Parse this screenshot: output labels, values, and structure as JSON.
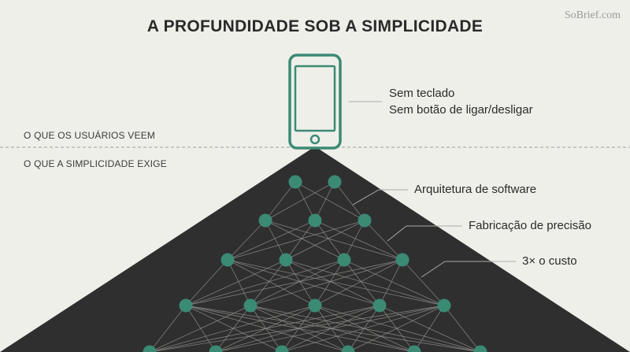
{
  "header": {
    "title": "A PROFUNDIDADE SOB A SIMPLICIDADE",
    "brand": "SoBrief.com"
  },
  "phone": {
    "icon": "smartphone-icon",
    "features": [
      "Sem teclado",
      "Sem botão de ligar/desligar"
    ]
  },
  "sections": {
    "visible": "O QUE OS USUÁRIOS VEEM",
    "hidden": "O QUE A SIMPLICIDADE EXIGE"
  },
  "layers": [
    {
      "label": "Arquitetura de software"
    },
    {
      "label": "Fabricação de precisão"
    },
    {
      "label": "3× o custo"
    }
  ],
  "network": {
    "layer_node_counts": [
      2,
      3,
      4,
      5,
      6
    ]
  },
  "colors": {
    "background": "#efefea",
    "pyramid": "#2f2f2f",
    "accent": "#3b8a74",
    "text": "#2a2a2a",
    "muted": "#9a9a9a"
  }
}
